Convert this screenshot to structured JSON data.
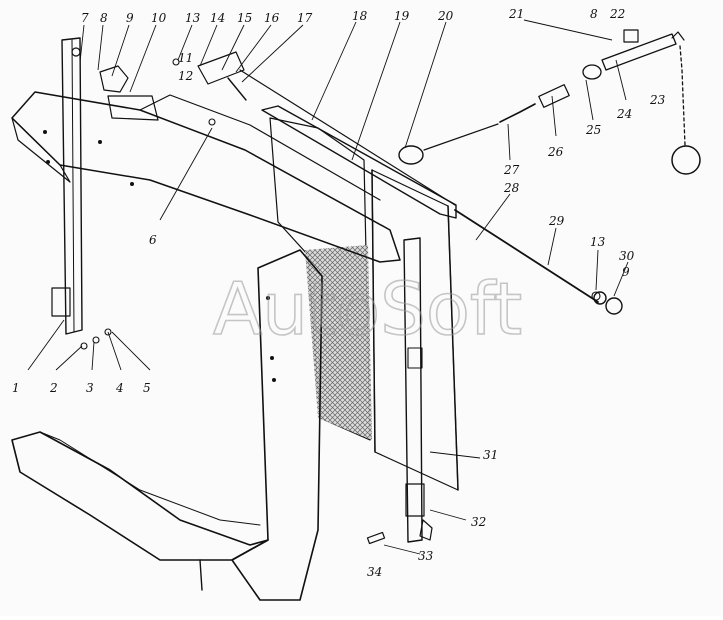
{
  "watermark": "AutoSoft",
  "callouts": [
    "1",
    "2",
    "3",
    "4",
    "5",
    "6",
    "7",
    "8",
    "9",
    "10",
    "11",
    "12",
    "13",
    "14",
    "15",
    "16",
    "17",
    "18",
    "19",
    "20",
    "21",
    "8",
    "22",
    "23",
    "24",
    "25",
    "26",
    "27",
    "28",
    "29",
    "13",
    "30",
    "9",
    "31",
    "32",
    "33",
    "34"
  ]
}
